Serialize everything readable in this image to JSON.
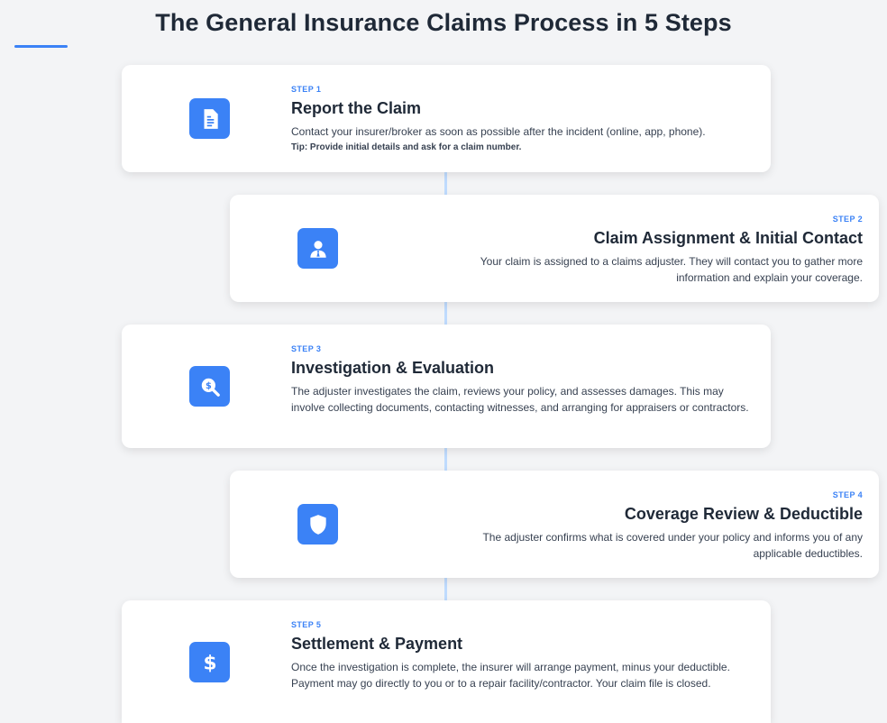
{
  "header": {
    "title": "The General Insurance Claims Process in 5 Steps"
  },
  "colors": {
    "accent": "#3b82f6",
    "connector": "#bfdbfe",
    "card": "#ffffff",
    "background": "#f3f4f6"
  },
  "steps": [
    {
      "label": "STEP 1",
      "title": "Report the Claim",
      "description": "Contact your insurer/broker as soon as possible after the incident (online, app, phone).",
      "tip": "Tip: Provide initial details and ask for a claim number.",
      "icon": "document-icon"
    },
    {
      "label": "STEP 2",
      "title": "Claim Assignment & Initial Contact",
      "description": "Your claim is assigned to a claims adjuster. They will contact you to gather more information and explain your coverage.",
      "icon": "adjuster-icon"
    },
    {
      "label": "STEP 3",
      "title": "Investigation & Evaluation",
      "description": "The adjuster investigates the claim, reviews your policy, and assesses damages. This may involve collecting documents, contacting witnesses, and arranging for appraisers or contractors.",
      "icon": "magnifier-dollar-icon"
    },
    {
      "label": "STEP 4",
      "title": "Coverage Review & Deductible",
      "description": "The adjuster confirms what is covered under your policy and informs you of any applicable deductibles.",
      "icon": "shield-icon"
    },
    {
      "label": "STEP 5",
      "title": "Settlement & Payment",
      "description": "Once the investigation is complete, the insurer will arrange payment, minus your deductible. Payment may go directly to you or to a repair facility/contractor. Your claim file is closed.",
      "icon": "dollar-icon"
    }
  ]
}
